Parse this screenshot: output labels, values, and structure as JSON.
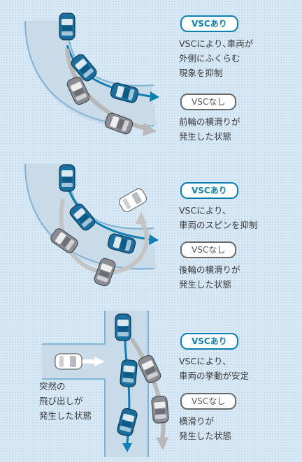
{
  "panels": [
    {
      "on_badge": "VSCあり",
      "on_text": "VSCにより､車両が\n外側にふくらむ\n現象を抑制",
      "off_badge": "VSCなし",
      "off_text": "前輪の横滑りが\n発生した状態"
    },
    {
      "on_badge": "VSCあり",
      "on_text": "VSCにより､\n車両のスピンを抑制",
      "off_badge": "VSCなし",
      "off_text": "後輪の横滑りが\n発生した状態"
    },
    {
      "on_badge": "VSCあり",
      "on_text": "VSCにより､\n車両の挙動が安定",
      "off_badge": "VSCなし",
      "off_text": "横滑りが\n発生した状態",
      "scene_label": "突然の\n飛び出しが\n発生した状態"
    }
  ],
  "colors": {
    "vsc_on": "#0e80b4",
    "vsc_off": "#6b6b6b",
    "road": "#c9dae8",
    "road_edge": "#7fb4d4",
    "car_on": "#1a6f9e",
    "car_off": "#8a8d94"
  }
}
